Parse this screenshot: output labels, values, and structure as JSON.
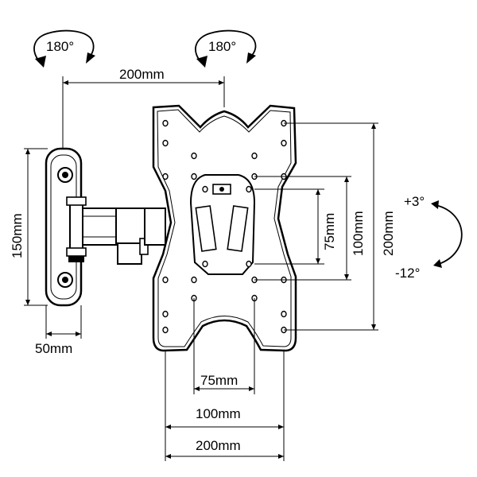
{
  "rotation": {
    "left_label": "180°",
    "right_label": "180°"
  },
  "dimensions": {
    "top_width": "200mm",
    "wall_plate_height": "150mm",
    "wall_plate_width": "50mm",
    "vesa_vertical_small": "75mm",
    "vesa_vertical_medium": "100mm",
    "vesa_vertical_large": "200mm",
    "vesa_horizontal_small": "75mm",
    "vesa_horizontal_medium": "100mm",
    "vesa_horizontal_large": "200mm"
  },
  "tilt": {
    "up_label": "+3°",
    "down_label": "-12°"
  }
}
